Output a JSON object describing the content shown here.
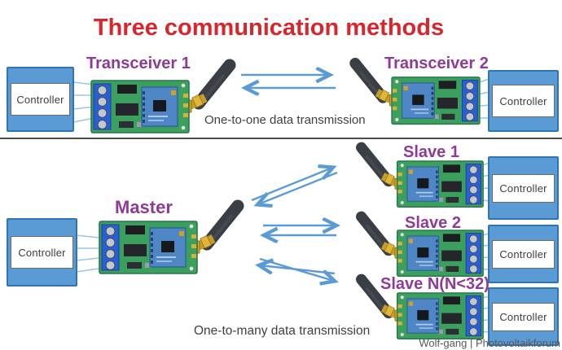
{
  "title": "Three communication methods",
  "one_to_one": {
    "transceiver1_label": "Transceiver 1",
    "transceiver2_label": "Transceiver 2",
    "caption": "One-to-one data transmission",
    "left_controller_label": "Controller",
    "right_controller_label": "Controller"
  },
  "one_to_many": {
    "master_label": "Master",
    "slave1_label": "Slave 1",
    "slave2_label": "Slave 2",
    "slaveN_label": "Slave N(N<32)",
    "caption": "One-to-many data transmission",
    "master_controller_label": "Controller",
    "slave1_controller_label": "Controller",
    "slave2_controller_label": "Controller",
    "slaveN_controller_label": "Controller"
  },
  "credit": "Wolf-gang | Photovoltaikforum",
  "colors": {
    "title_red": "#d9252c",
    "label_purple": "#8e3a97",
    "arrow_blue": "#5b9bd5",
    "controller_blue": "#5b9bd5",
    "board_green": "#3ba05e"
  }
}
